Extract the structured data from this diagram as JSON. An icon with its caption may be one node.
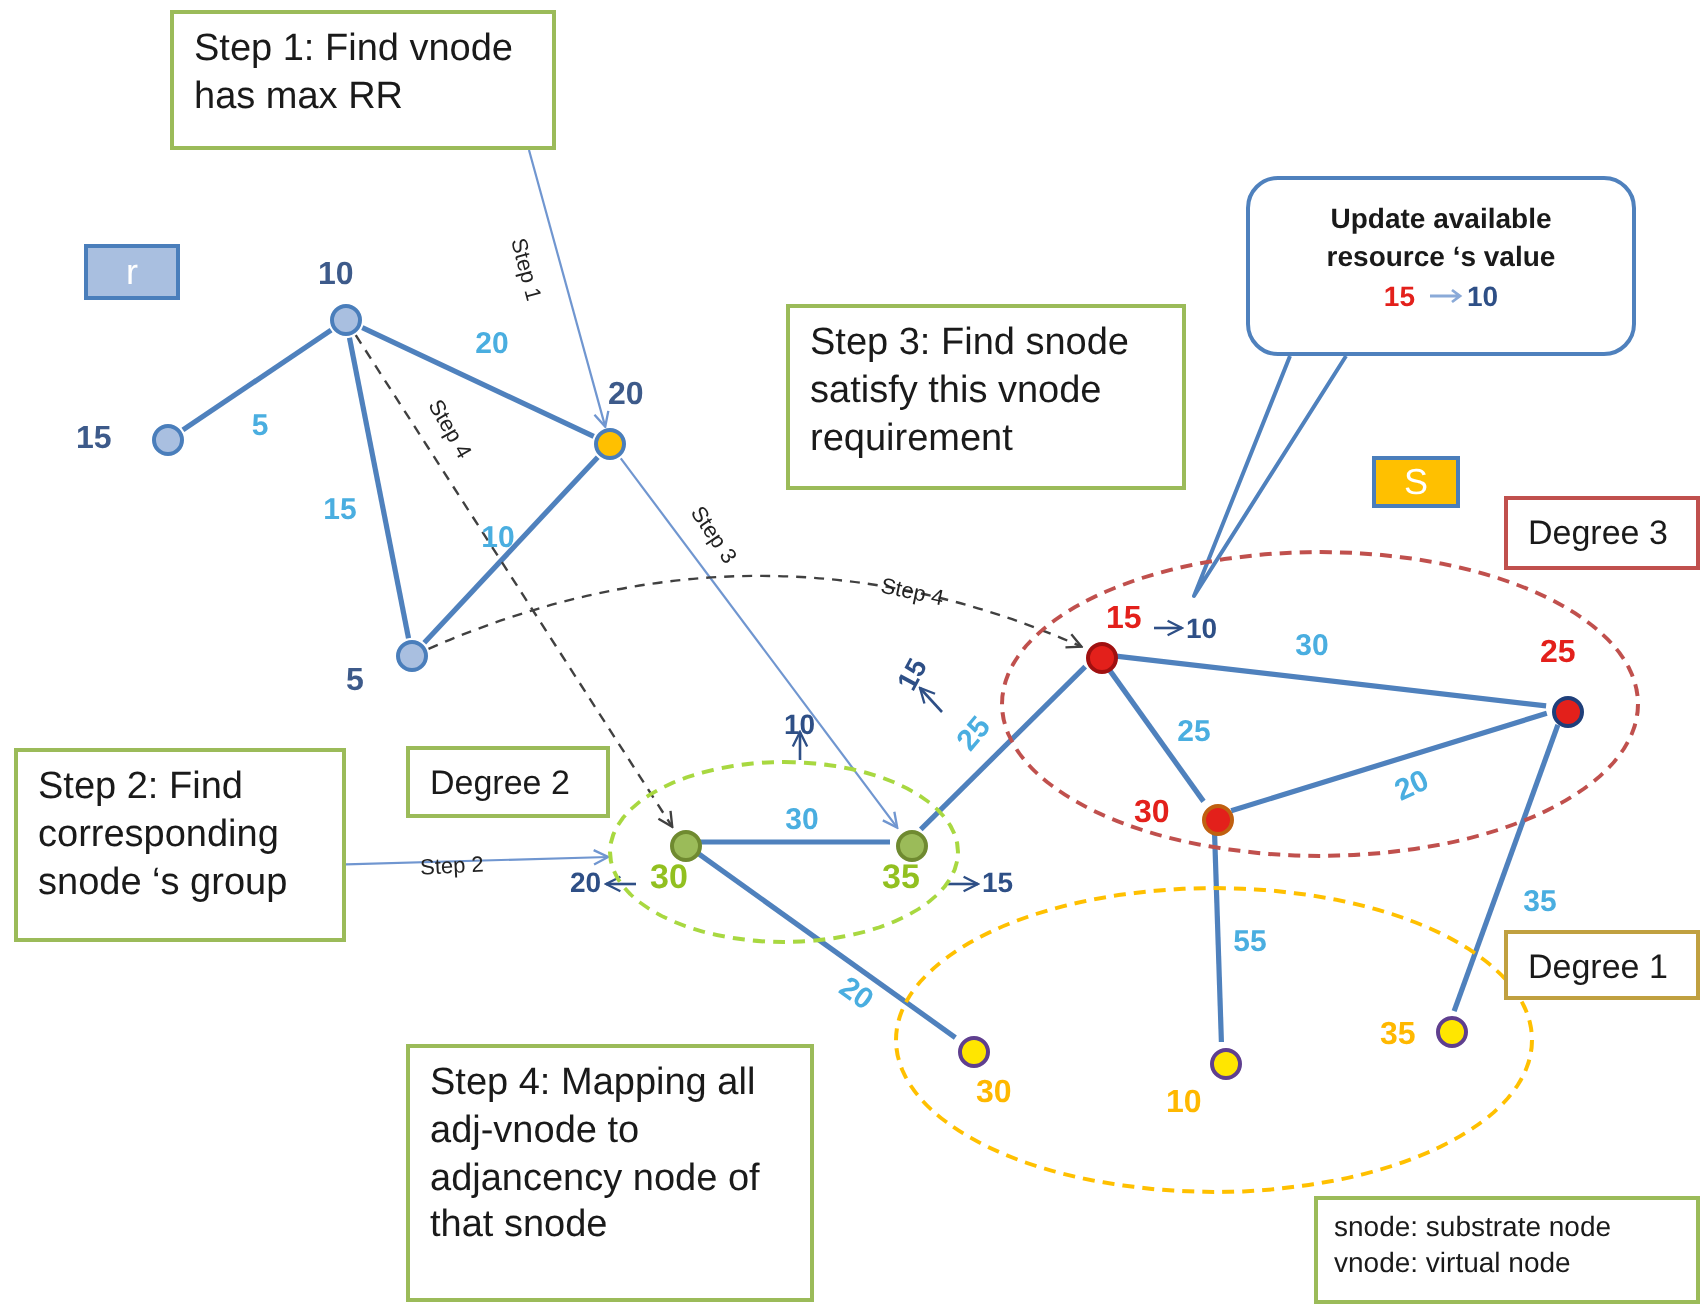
{
  "diagram": {
    "nodes": [
      {
        "text": [
          "Step 1: Find vnode has max RR"
        ]
      },
      {
        "text": [
          "r"
        ]
      },
      {
        "text": [],
        "shape": "circle",
        "beside": [
          "15"
        ]
      },
      {
        "text": [],
        "shape": "circle",
        "beside": [
          "10"
        ]
      },
      {
        "text": [],
        "shape": "circle",
        "beside": [
          "20"
        ]
      },
      {
        "text": [],
        "shape": "circle",
        "beside": [
          "5"
        ]
      },
      {
        "text": [
          "Step 3: Find snode satisfy this vnode requirement"
        ]
      },
      {
        "text": [
          "Update available resource ‘s value",
          "15",
          "10"
        ]
      },
      {
        "text": [
          "S"
        ]
      },
      {
        "text": [
          "Degree 3"
        ]
      },
      {
        "text": [],
        "shape": "ellipse"
      },
      {
        "text": [],
        "shape": "circle",
        "in": 10,
        "beside": [
          "15",
          "10"
        ]
      },
      {
        "text": [],
        "shape": "circle",
        "in": 10,
        "beside": [
          "25"
        ]
      },
      {
        "text": [],
        "shape": "circle",
        "in": 10,
        "beside": [
          "30"
        ]
      },
      {
        "text": [
          "Step 2: Find corresponding snode ‘s group"
        ]
      },
      {
        "text": [
          "Degree 2"
        ]
      },
      {
        "text": [],
        "shape": "ellipse"
      },
      {
        "text": [],
        "shape": "circle",
        "in": 16,
        "beside": [
          "20",
          "30"
        ]
      },
      {
        "text": [],
        "shape": "circle",
        "in": 16,
        "beside": [
          "35",
          "15"
        ]
      },
      {
        "text": [],
        "shape": "ellipse"
      },
      {
        "text": [
          "Degree 1"
        ]
      },
      {
        "text": [],
        "shape": "circle",
        "in": 19,
        "beside": [
          "30"
        ]
      },
      {
        "text": [],
        "shape": "circle",
        "in": 19,
        "beside": [
          "10"
        ]
      },
      {
        "text": [],
        "shape": "circle",
        "in": 19,
        "beside": [
          "35"
        ]
      },
      {
        "text": [
          "Step 4: Mapping all adj-vnode to adjancency node of that snode"
        ]
      },
      {
        "text": [
          "snode: substrate node",
          "vnode: virtual node"
        ]
      }
    ],
    "edges": [
      {
        "from": 2,
        "to": 3,
        "arrow": "none",
        "label": "5"
      },
      {
        "from": 3,
        "to": 4,
        "arrow": "none",
        "label": "20"
      },
      {
        "from": 3,
        "to": 5,
        "arrow": "none",
        "label": "15"
      },
      {
        "from": 5,
        "to": 4,
        "arrow": "none",
        "label": "10"
      },
      {
        "from": 0,
        "to": 4,
        "arrow": "to",
        "label": "Step 1",
        "color": "#7096d0"
      },
      {
        "from": 14,
        "to": 16,
        "arrow": "to",
        "label": "Step 2",
        "color": "#7096d0"
      },
      {
        "from": 4,
        "to": 18,
        "arrow": "to",
        "label": "Step 3",
        "color": "#7096d0"
      },
      {
        "from": 3,
        "to": 17,
        "arrow": "to",
        "label": "Step 4",
        "style": "dashed",
        "color": "#404040"
      },
      {
        "from": 5,
        "to": 11,
        "arrow": "to",
        "label": "Step 4",
        "style": "dashed",
        "color": "#404040"
      },
      {
        "from": 17,
        "to": 18,
        "arrow": "none",
        "label": "30"
      },
      {
        "from": 18,
        "to": 11,
        "arrow": "none",
        "label": "25"
      },
      {
        "from": 11,
        "to": 12,
        "arrow": "none",
        "label": "30"
      },
      {
        "from": 11,
        "to": 13,
        "arrow": "none",
        "label": "25"
      },
      {
        "from": 13,
        "to": 12,
        "arrow": "none",
        "label": "20"
      },
      {
        "from": 17,
        "to": 21,
        "arrow": "none",
        "label": "20"
      },
      {
        "from": 13,
        "to": 22,
        "arrow": "none",
        "label": "55"
      },
      {
        "from": 12,
        "to": 23,
        "arrow": "none",
        "label": "35"
      }
    ],
    "labels": [
      "10",
      "15"
    ]
  }
}
